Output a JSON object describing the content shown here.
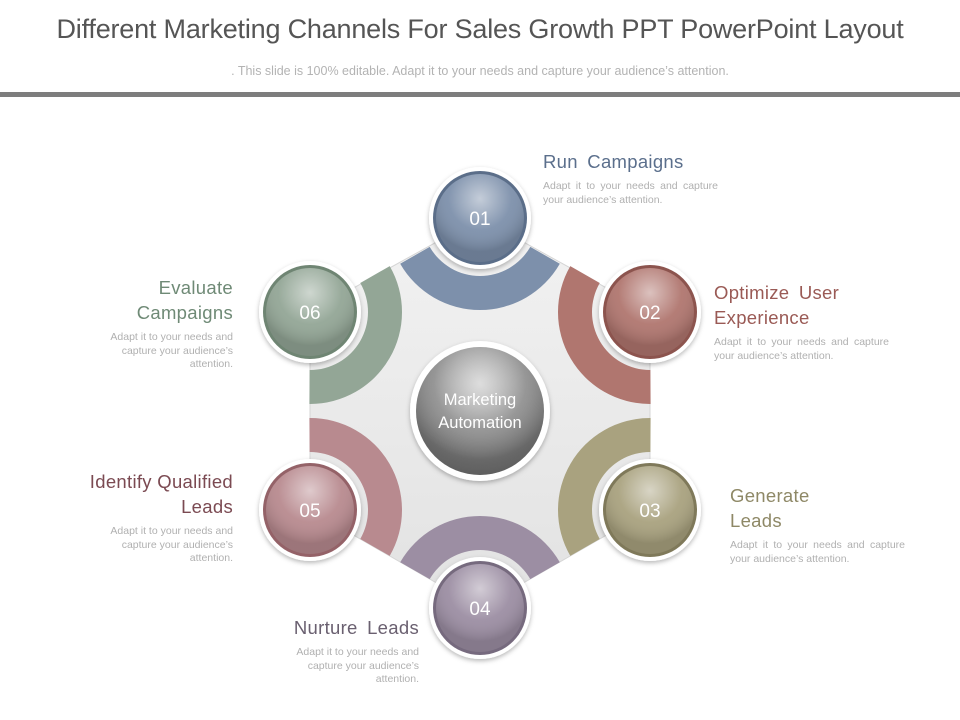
{
  "slide": {
    "title": "Different Marketing Channels For Sales Growth PPT PowerPoint Layout",
    "subtitle": ". This slide is 100% editable. Adapt it to your needs and capture your audience’s attention."
  },
  "center": {
    "line1": "Marketing",
    "line2": "Automation"
  },
  "steps": [
    {
      "number": "01",
      "title": "Run Campaigns",
      "title_color": "#5b6f8c",
      "color": "#7d90ab",
      "dark": "#5b6e89",
      "description": "Adapt it to your needs and capture your audience’s attention."
    },
    {
      "number": "02",
      "title": "Optimize User Experience",
      "title_color": "#9a5a55",
      "color": "#b0766f",
      "dark": "#8c544e",
      "description": "Adapt it to your needs and capture your audience’s attention."
    },
    {
      "number": "03",
      "title": "Generate Leads",
      "title_color": "#8e8866",
      "color": "#a9a27f",
      "dark": "#7f795a",
      "description": "Adapt it to your needs and capture your audience’s attention."
    },
    {
      "number": "04",
      "title": "Nurture Leads",
      "title_color": "#6a6070",
      "color": "#9c8ea3",
      "dark": "#766a7e",
      "description": "Adapt it to your needs and capture your audience’s attention."
    },
    {
      "number": "05",
      "title": "Identify Qualified Leads",
      "title_color": "#7b4a52",
      "color": "#b88a8f",
      "dark": "#946268",
      "description": "Adapt it to your needs and capture your audience’s attention."
    },
    {
      "number": "06",
      "title": "Evaluate Campaigns",
      "title_color": "#6f8a76",
      "color": "#93a696",
      "dark": "#6f8573",
      "description": "Adapt it to your needs and capture your audience’s attention."
    }
  ]
}
